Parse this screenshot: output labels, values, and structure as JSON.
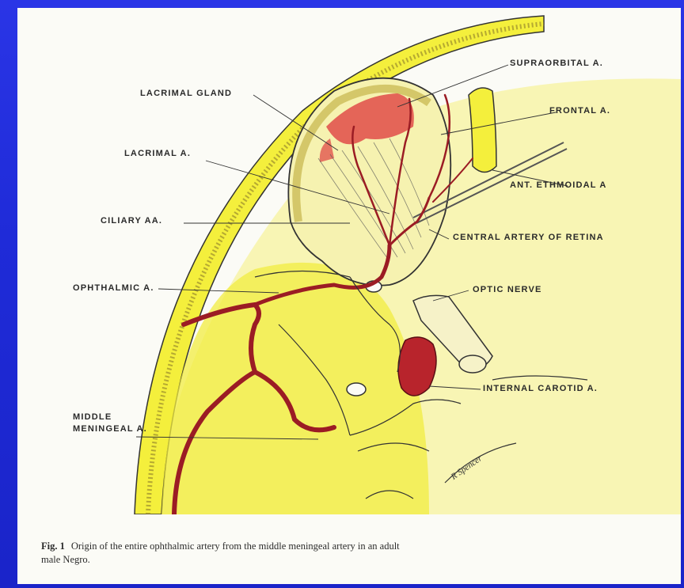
{
  "figure": {
    "labels": {
      "supraorbital": "SUPRAORBITAL A.",
      "lacrimal_gland": "LACRIMAL GLAND",
      "frontal": "FRONTAL A.",
      "lacrimal_artery": "LACRIMAL A.",
      "ant_ethmoidal": "ANT. ETHMOIDAL A",
      "ciliary": "CILIARY AA.",
      "central_artery": "CENTRAL ARTERY OF RETINA",
      "ophthalmic": "OPHTHALMIC A.",
      "optic_nerve": "OPTIC NERVE",
      "internal_carotid": "INTERNAL CAROTID A.",
      "middle_meningeal_line1": "MIDDLE",
      "middle_meningeal_line2": "MENINGEAL A."
    },
    "signature": "R Spencer",
    "colors": {
      "background": "#1f2bd8",
      "bone_yellow": "#f4ef3c",
      "pale_yellow": "#f7f3a8",
      "artery_red": "#9b1c24",
      "muscle_red": "#e2554f"
    }
  },
  "caption": {
    "fig_number": "Fig. 1",
    "text_line1": "Origin of the entire ophthalmic artery from the middle meningeal artery in an adult",
    "text_line2": "male Negro."
  }
}
